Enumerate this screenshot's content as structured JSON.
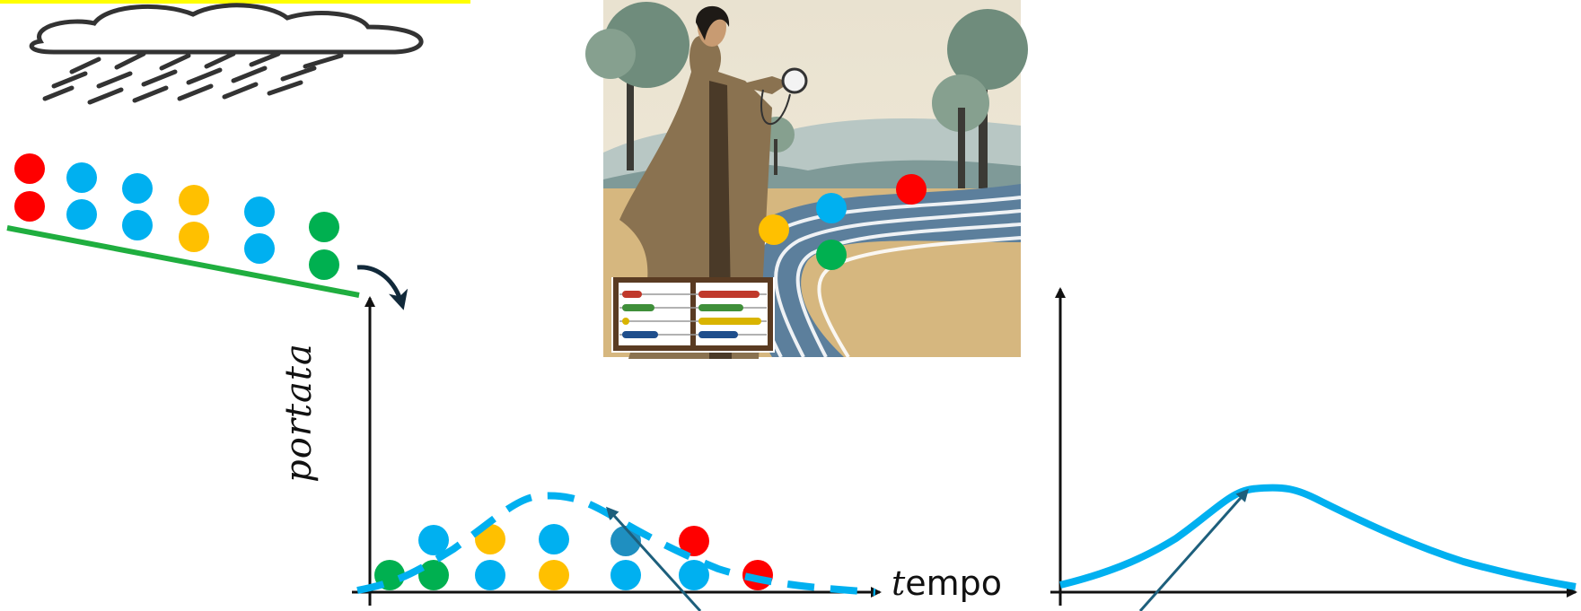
{
  "labels": {
    "y_axis_var": "portata",
    "x_axis_var": "t",
    "x_axis_rest": "empo"
  },
  "colors": {
    "red": "#ff0000",
    "blue": "#00b0f0",
    "yellow": "#ffc000",
    "green": "#00b050",
    "teal": "#1f7ea8",
    "ramp": "#1fae3f",
    "curve": "#00b0f0",
    "arrow": "#1d5f7c",
    "highlight": "#ffff00"
  },
  "icons": {
    "cloud": "rain-cloud-icon",
    "illustration": "woman-with-stopwatch-by-river",
    "abacus": "abacus-icon"
  },
  "ramp_stacks": [
    "red-red",
    "blue-blue",
    "blue-blue",
    "yellow-yellow",
    "blue-blue",
    "green-green"
  ],
  "river_dots": [
    "yellow",
    "blue",
    "green",
    "red"
  ],
  "hydrograph_dots": [
    "green",
    "green-blue",
    "blue-yellow",
    "yellow-blue",
    "blue-teal",
    "blue-red",
    "red"
  ]
}
